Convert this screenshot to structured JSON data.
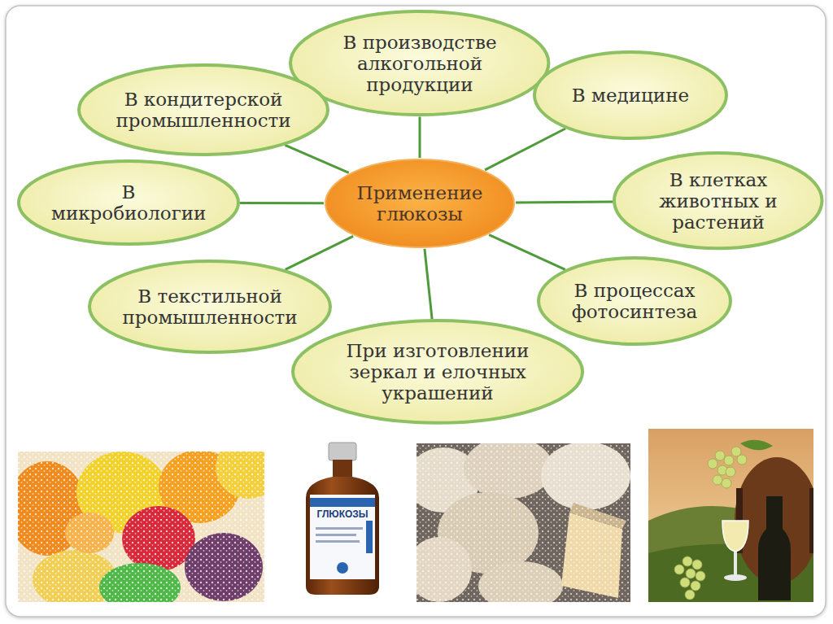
{
  "diagram": {
    "nodes": [
      {
        "text": [
          "Применение глюкозы"
        ]
      },
      {
        "text": [
          "В производстве алкогольной продукции"
        ]
      },
      {
        "text": [
          "В медицине"
        ]
      },
      {
        "text": [
          "В клетках животных и растений"
        ]
      },
      {
        "text": [
          "В процессах фотосинтеза"
        ]
      },
      {
        "text": [
          "При изготовлении зеркал и елочных украшений"
        ]
      },
      {
        "text": [
          "В текстильной промышленности"
        ]
      },
      {
        "text": [
          "В микробиологии"
        ]
      },
      {
        "text": [
          "В кондитерской промышленности"
        ]
      }
    ],
    "edges": [
      {
        "from": 0,
        "to": 1,
        "arrow": "none"
      },
      {
        "from": 0,
        "to": 2,
        "arrow": "none"
      },
      {
        "from": 0,
        "to": 3,
        "arrow": "none"
      },
      {
        "from": 0,
        "to": 4,
        "arrow": "none"
      },
      {
        "from": 0,
        "to": 5,
        "arrow": "none"
      },
      {
        "from": 0,
        "to": 6,
        "arrow": "none"
      },
      {
        "from": 0,
        "to": 7,
        "arrow": "none"
      },
      {
        "from": 0,
        "to": 8,
        "arrow": "none"
      }
    ],
    "labels": [
      "ГЛЮКОЗЫ"
    ]
  }
}
